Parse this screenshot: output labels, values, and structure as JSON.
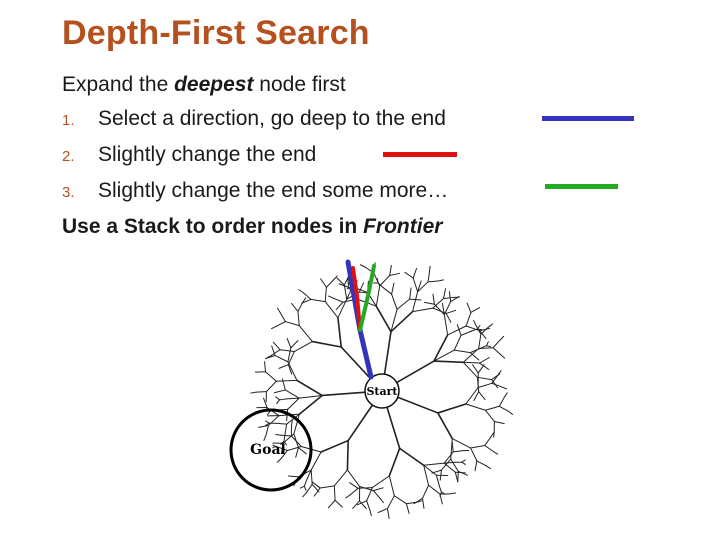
{
  "title": "Depth-First Search",
  "intro": {
    "prefix": "Expand the ",
    "emphasis": "deepest",
    "suffix": " node first"
  },
  "steps": [
    {
      "number": "1.",
      "text": "Select a direction, go deep to the end"
    },
    {
      "number": "2.",
      "text": "Slightly change the end"
    },
    {
      "number": "3.",
      "text": "Slightly change the end some more…"
    }
  ],
  "footer": {
    "text": "Use a Stack to order nodes in ",
    "emphasis": "Frontier"
  },
  "colors": {
    "title": "#b5501f",
    "path_blue": "#3333bb",
    "path_red": "#dd1111",
    "path_green": "#22aa22"
  },
  "diagram": {
    "start_label": "Start",
    "goal_label": "Goal"
  }
}
